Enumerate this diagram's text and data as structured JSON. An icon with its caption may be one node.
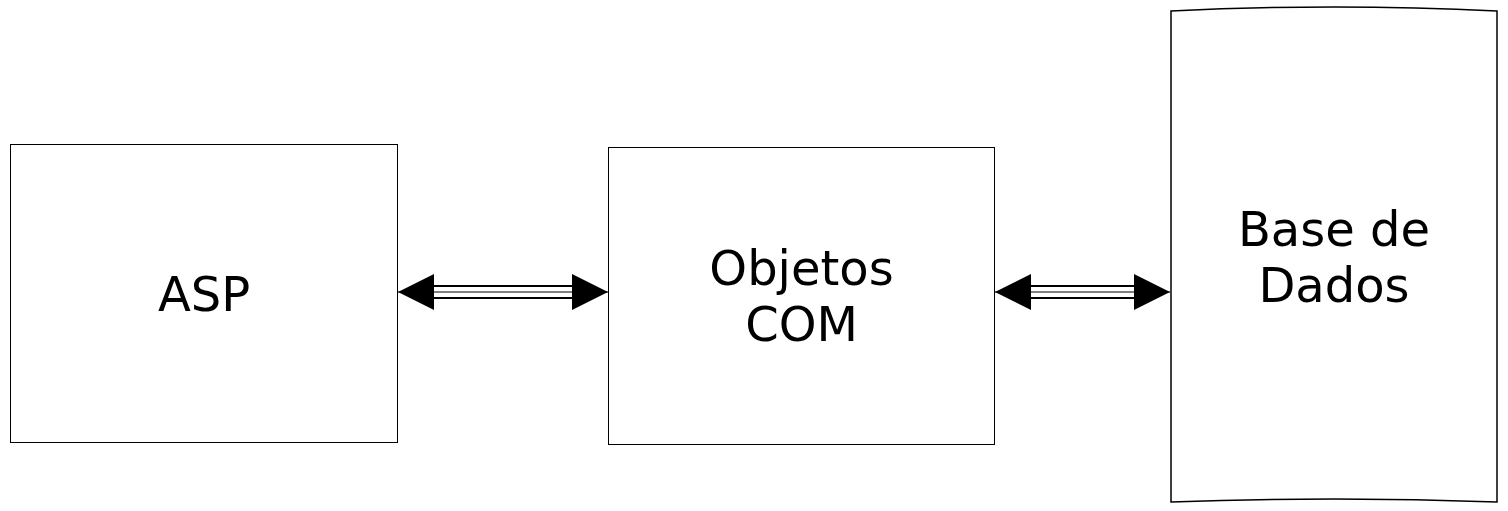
{
  "diagram": {
    "nodes": [
      {
        "text": [
          "ASP"
        ]
      },
      {
        "text": [
          "Objetos COM"
        ]
      },
      {
        "text": [
          "Base de Dados"
        ]
      }
    ],
    "edges": [
      {
        "from": 0,
        "to": 1,
        "arrow": "both"
      },
      {
        "from": 1,
        "to": 2,
        "arrow": "both"
      }
    ]
  }
}
